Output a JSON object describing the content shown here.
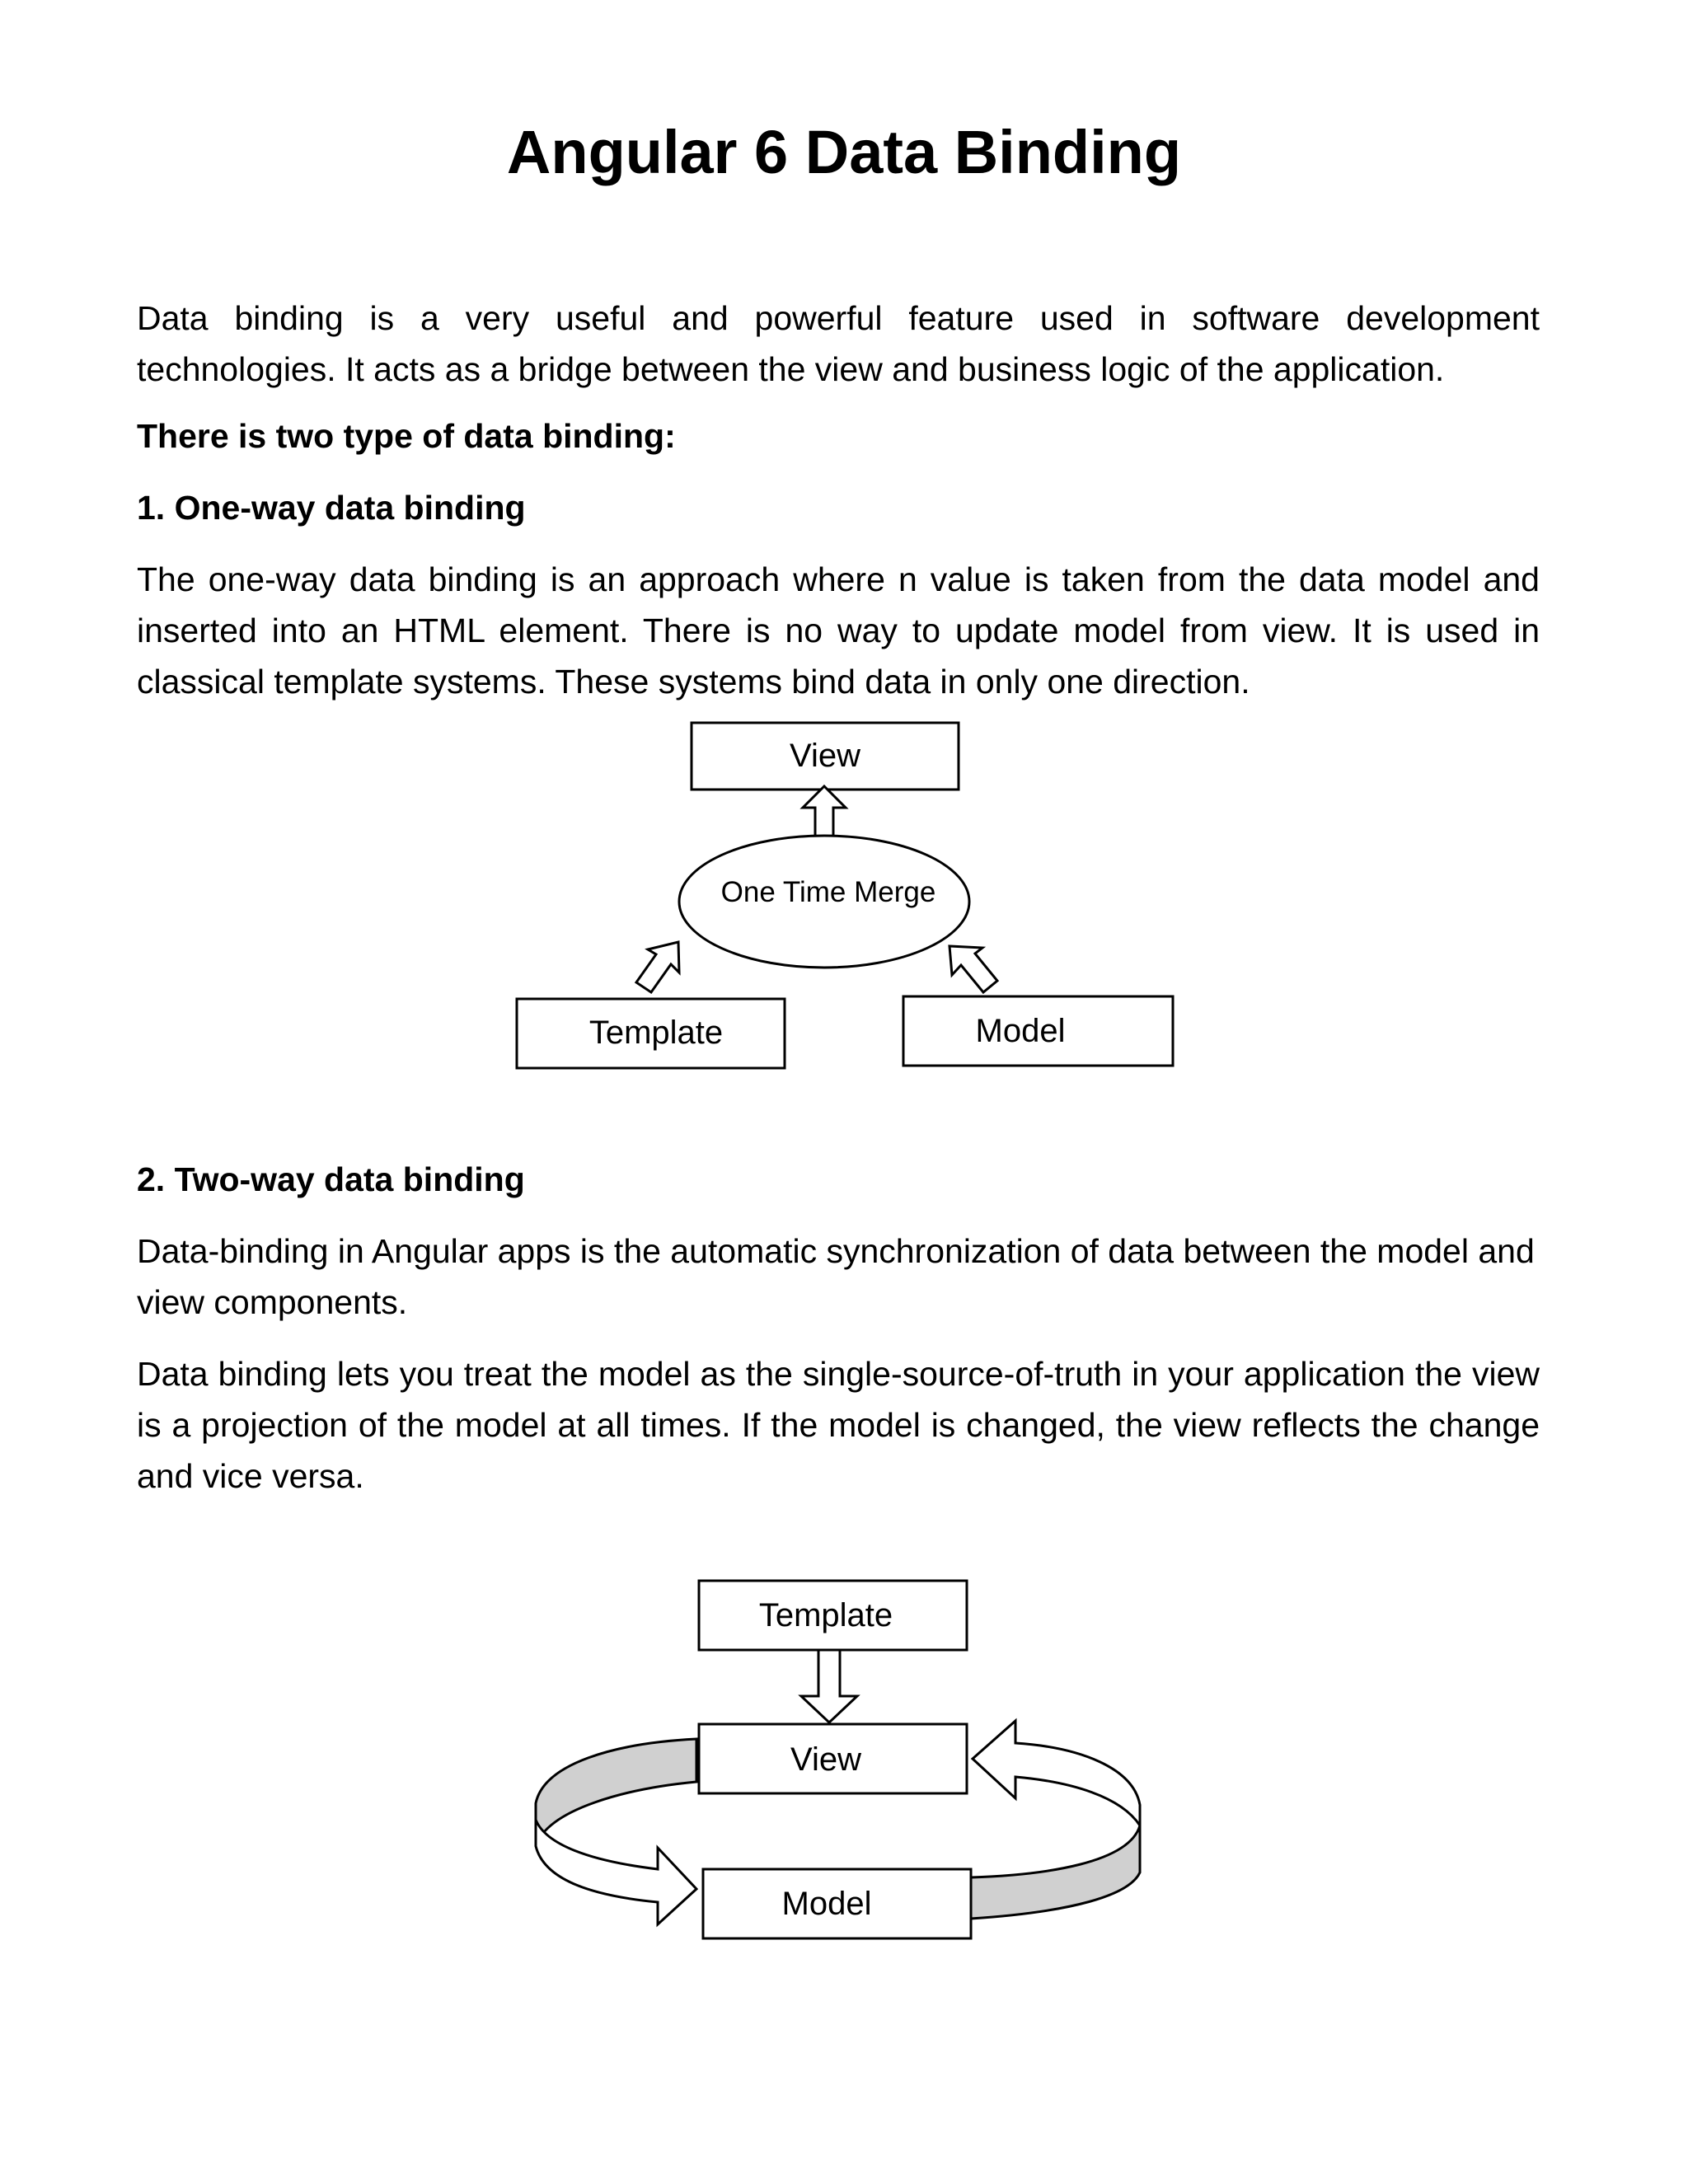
{
  "document": {
    "title": "Angular 6 Data Binding",
    "intro": "Data binding is a very useful and powerful feature used in software development technologies. It acts as a bridge between the view and business logic of the application.",
    "types_heading": "There is two type of data binding:",
    "one_way": {
      "heading": "1. One-way data binding",
      "description": "The one-way data binding is an approach where n value is taken from the data model and inserted into an HTML element. There is no way to update model from view. It is used in classical template systems. These systems bind data in only one direction."
    },
    "two_way": {
      "heading": "2. Two-way data binding",
      "description_1": "Data-binding in Angular apps is the automatic synchronization of data between the model and view components.",
      "description_2": "Data binding lets you treat the model as the single-source-of-truth in your application the view is a projection of the model at all times. If the model is changed, the view reflects the change and vice versa."
    }
  },
  "diagram_one_way": {
    "view_label": "View",
    "merge_label": "One Time Merge",
    "template_label": "Template",
    "model_label": "Model"
  },
  "diagram_two_way": {
    "template_label": "Template",
    "view_label": "View",
    "model_label": "Model"
  },
  "colors": {
    "text": "#000000",
    "arrow_band_fill": "#d0d0d0",
    "background": "#ffffff"
  }
}
